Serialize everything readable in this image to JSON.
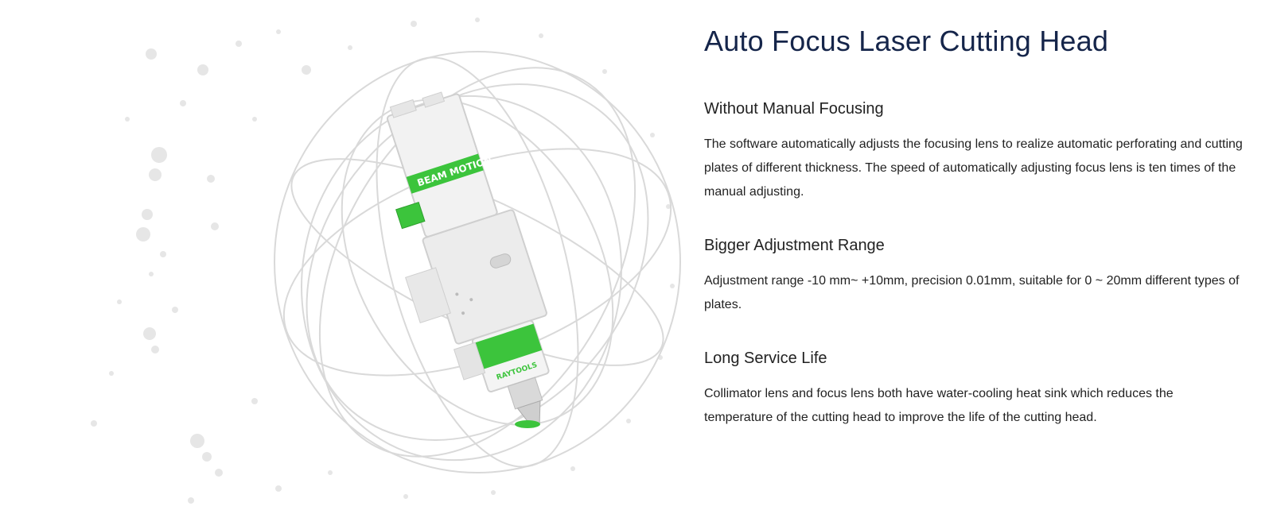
{
  "product": {
    "title": "Auto Focus Laser Cutting Head",
    "image": {
      "brand_top": "BEAM MOTION",
      "brand_bottom": "RAYTOOLS",
      "accent_color": "#3cc43c"
    }
  },
  "features": [
    {
      "heading": "Without Manual Focusing",
      "text": "The software automatically adjusts the focusing lens to realize automatic perforating and cutting plates of different thickness. The speed of automatically adjusting focus lens is ten times of the manual adjusting."
    },
    {
      "heading": "Bigger Adjustment Range",
      "text": "Adjustment range -10 mm~ +10mm, precision 0.01mm, suitable for 0 ~ 20mm different types of plates."
    },
    {
      "heading": "Long Service Life",
      "text": "Collimator lens and focus lens both have water-cooling heat sink which reduces the temperature of the cutting head to improve the life of the cutting head."
    }
  ]
}
